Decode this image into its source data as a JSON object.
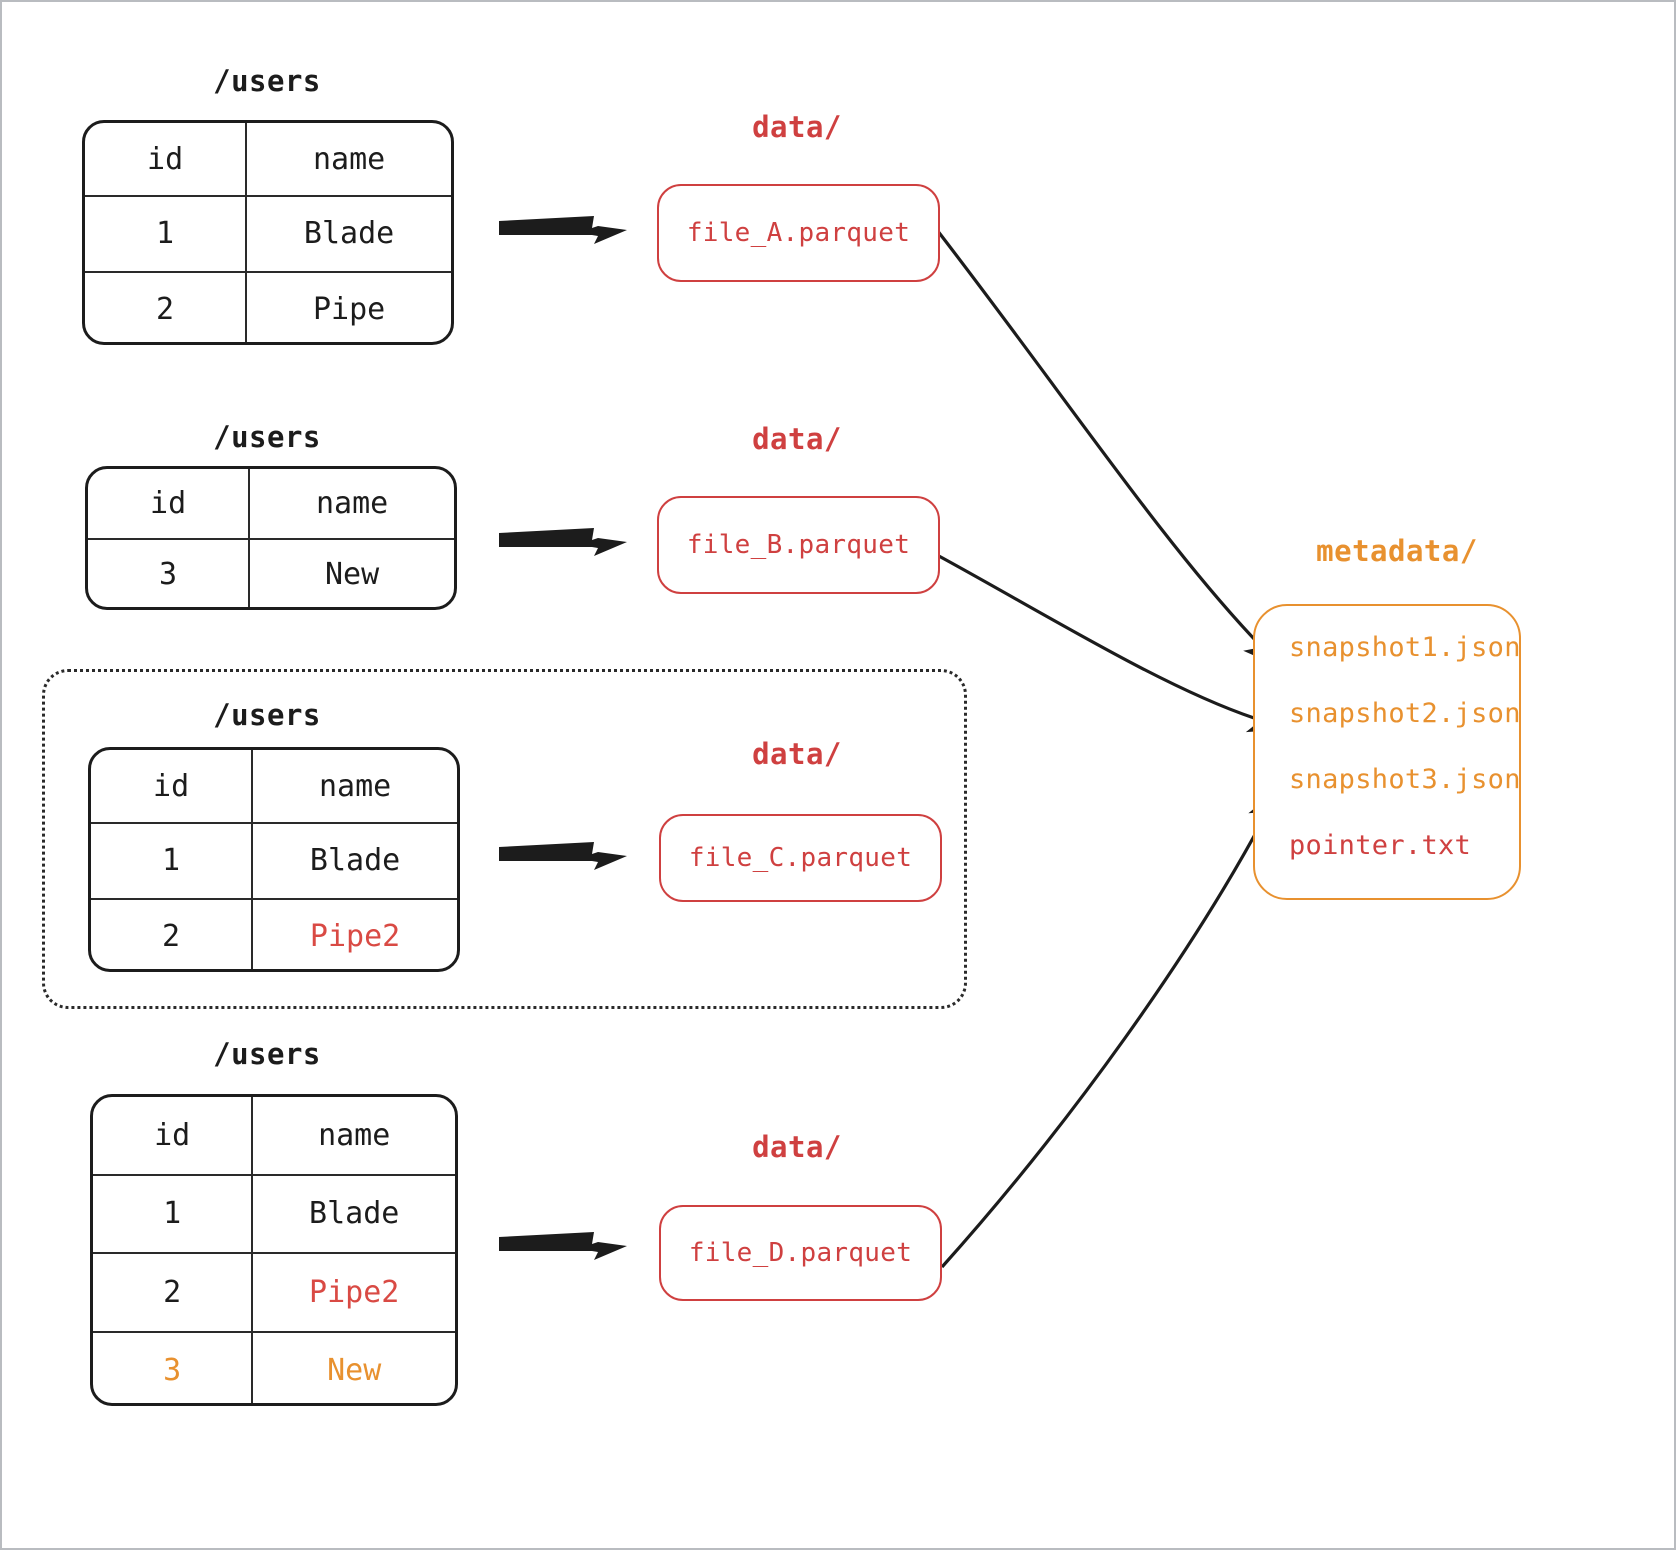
{
  "diagram": {
    "title_visible": false,
    "colors": {
      "ink": "#1c1c1c",
      "red": "#cf4040",
      "orange": "#e8912f",
      "frame": "#b9bcc0",
      "background": "#ffffff"
    }
  },
  "groups": [
    {
      "id": "group-1",
      "table_caption": "/users",
      "columns": [
        "id",
        "name"
      ],
      "rows": [
        {
          "id": "1",
          "name": "Blade",
          "id_color": "ink",
          "name_color": "ink"
        },
        {
          "id": "2",
          "name": "Pipe",
          "id_color": "ink",
          "name_color": "ink"
        }
      ],
      "data_caption": "data/",
      "file": "file_A.parquet",
      "highlighted": false
    },
    {
      "id": "group-2",
      "table_caption": "/users",
      "columns": [
        "id",
        "name"
      ],
      "rows": [
        {
          "id": "3",
          "name": "New",
          "id_color": "ink",
          "name_color": "ink"
        }
      ],
      "data_caption": "data/",
      "file": "file_B.parquet",
      "highlighted": false
    },
    {
      "id": "group-3",
      "table_caption": "/users",
      "columns": [
        "id",
        "name"
      ],
      "rows": [
        {
          "id": "1",
          "name": "Blade",
          "id_color": "ink",
          "name_color": "ink"
        },
        {
          "id": "2",
          "name": "Pipe2",
          "id_color": "ink",
          "name_color": "red"
        }
      ],
      "data_caption": "data/",
      "file": "file_C.parquet",
      "highlighted": true
    },
    {
      "id": "group-4",
      "table_caption": "/users",
      "columns": [
        "id",
        "name"
      ],
      "rows": [
        {
          "id": "1",
          "name": "Blade",
          "id_color": "ink",
          "name_color": "ink"
        },
        {
          "id": "2",
          "name": "Pipe2",
          "id_color": "ink",
          "name_color": "red"
        },
        {
          "id": "3",
          "name": "New",
          "id_color": "orange",
          "name_color": "orange"
        }
      ],
      "data_caption": "data/",
      "file": "file_D.parquet",
      "highlighted": false
    }
  ],
  "metadata": {
    "caption": "metadata/",
    "items": [
      {
        "label": "snapshot1.json",
        "color": "orange"
      },
      {
        "label": "snapshot2.json",
        "color": "orange"
      },
      {
        "label": "snapshot3.json",
        "color": "orange"
      },
      {
        "label": "pointer.txt",
        "color": "red"
      }
    ]
  },
  "connections": [
    {
      "from": "file_A.parquet",
      "to": "snapshot1.json"
    },
    {
      "from": "file_B.parquet",
      "to": "snapshot2.json"
    },
    {
      "from": "file_D.parquet",
      "to": "snapshot3.json"
    }
  ]
}
